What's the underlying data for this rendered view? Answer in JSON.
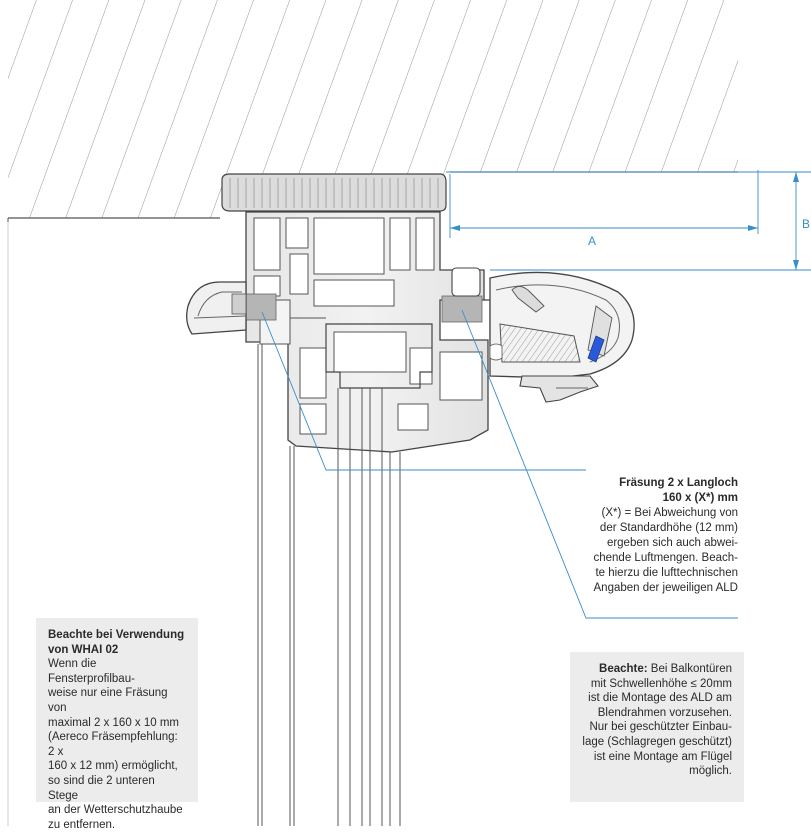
{
  "dimensions": {
    "a": "A",
    "b": "B"
  },
  "milling_callout": {
    "title_line1": "Fräsung 2 x Langloch",
    "title_line2": "160 x (X*) mm",
    "lines": [
      "(X*) = Bei Abweichung von",
      "der Standardhöhe (12 mm)",
      "ergeben sich auch abwei-",
      "chende Luftmengen. Beach-",
      "te hierzu die lufttechnischen",
      "Angaben der jeweiligen ALD"
    ]
  },
  "note_left": {
    "title_line1": "Beachte bei Verwendung",
    "title_line2": "von WHAI 02",
    "lines": [
      "Wenn die Fensterprofilbau-",
      "weise nur eine Fräsung von",
      "maximal 2 x 160 x 10 mm",
      "(Aereco Fräsempfehlung: 2 x",
      "160 x 12 mm) ermöglicht,",
      "so sind die 2 unteren Stege",
      "an der Wetterschutzhaube",
      "zu entfernen."
    ]
  },
  "note_right": {
    "bold": "Beachte:",
    "first_rest": " Bei Balkontüren",
    "lines": [
      "mit Schwellenhöhe ≤ 20mm",
      "ist die Montage des ALD am",
      "Blendrahmen vorzusehen.",
      "Nur bei geschützter Einbau-",
      "lage (Schlagregen geschützt)",
      "ist eine Montage am Flügel",
      "möglich."
    ]
  },
  "colors": {
    "dimension": "#3a8fc8",
    "outline": "#444444",
    "seal": "#b5b5b5",
    "filter": "#2a5ad8",
    "note_background": "#ececec"
  }
}
